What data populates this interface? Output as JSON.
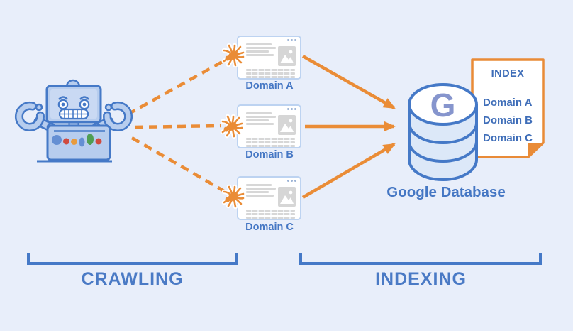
{
  "title": "Google crawling and indexing diagram",
  "colors": {
    "background": "#e8eefa",
    "outline_blue": "#4579c7",
    "fill_blue": "#b7cdee",
    "band_blue": "#dce8f8",
    "orange": "#ea8c36",
    "text_blue": "#4577c4",
    "g_letter_blue": "#8695cd"
  },
  "icons": {
    "robot": "googlebot-robot",
    "spider": "crawler-spider",
    "database": "database-cylinder",
    "webpage": "browser-window-card",
    "index_document": "index-card-with-folded-corner"
  },
  "domains": [
    {
      "label": "Domain A"
    },
    {
      "label": "Domain B"
    },
    {
      "label": "Domain C"
    }
  ],
  "database": {
    "letter": "G",
    "label": "Google Database"
  },
  "index_card": {
    "title": "INDEX",
    "items": [
      "Domain A",
      "Domain B",
      "Domain C"
    ]
  },
  "stages": {
    "crawling": "CRAWLING",
    "indexing": "INDEXING"
  }
}
